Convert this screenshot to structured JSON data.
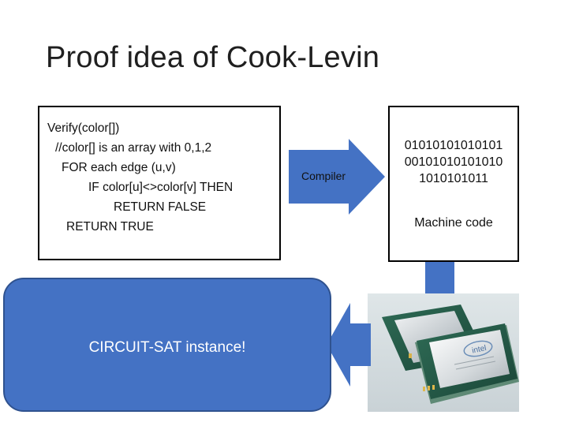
{
  "slide": {
    "title": "Proof idea of Cook-Levin"
  },
  "code_box": {
    "lines": [
      "Verify(color[])",
      "//color[] is an array with 0,1,2",
      "FOR each edge (u,v)",
      "IF color[u]<>color[v] THEN",
      "RETURN FALSE",
      "RETURN TRUE"
    ]
  },
  "compiler_arrow": {
    "label": "Compiler"
  },
  "machine_code_box": {
    "bits": [
      "01010101010101",
      "00101010101010",
      "1010101011"
    ],
    "label": "Machine code"
  },
  "cpu_photo": {
    "brand_text": "intel"
  },
  "circuit_sat_box": {
    "label": "CIRCUIT-SAT instance!"
  },
  "colors": {
    "accent_blue": "#4472c4",
    "accent_blue_border": "#2f528f",
    "box_border": "#000000"
  }
}
